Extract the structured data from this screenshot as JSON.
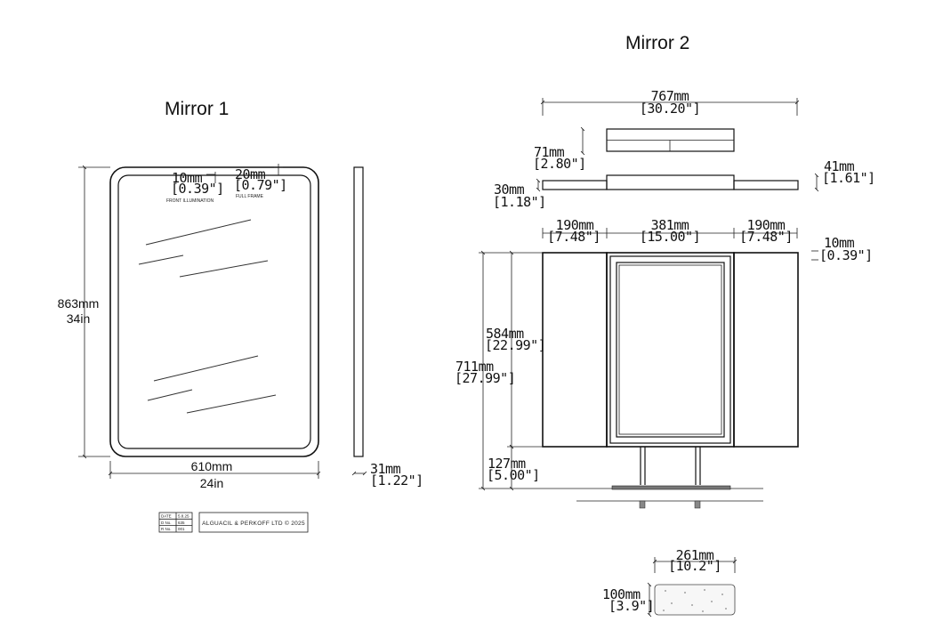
{
  "mirror1": {
    "title": "Mirror 1",
    "height": {
      "mm": "863mm",
      "in": "34in"
    },
    "width": {
      "mm": "610mm",
      "in": "24in"
    },
    "depth": {
      "mm": "31mm",
      "in": "[1.22\"]"
    },
    "front_illumination": {
      "mm": "10mm",
      "in": "[0.39\"]",
      "label": "FRONT ILLUMINATION"
    },
    "full_frame": {
      "mm": "20mm",
      "in": "[0.79\"]",
      "label": "FULL FRAME"
    }
  },
  "mirror2": {
    "title": "Mirror 2",
    "overall_width": {
      "mm": "767mm",
      "in": "[30.20\"]"
    },
    "top_height": {
      "mm": "71mm",
      "in": "[2.80\"]"
    },
    "side_depth": {
      "mm": "30mm",
      "in": "[1.18\"]"
    },
    "right_depth": {
      "mm": "41mm",
      "in": "[1.61\"]"
    },
    "left_panel": {
      "mm": "190mm",
      "in": "[7.48\"]"
    },
    "center_panel": {
      "mm": "381mm",
      "in": "[15.00\"]"
    },
    "right_panel": {
      "mm": "190mm",
      "in": "[7.48\"]"
    },
    "frame_margin": {
      "mm": "10mm",
      "in": "[0.39\"]"
    },
    "mirror_height": {
      "mm": "584mm",
      "in": "[22.99\"]"
    },
    "total_height": {
      "mm": "711mm",
      "in": "[27.99\"]"
    },
    "stand_height": {
      "mm": "127mm",
      "in": "[5.00\"]"
    },
    "base_width": {
      "mm": "261mm",
      "in": "[10.2\"]"
    },
    "base_depth": {
      "mm": "100mm",
      "in": "[3.9\"]"
    }
  },
  "title_block": {
    "date_label": "DATE",
    "date_value": "5.8.25",
    "dno_label": "D No.",
    "dno_value": "635",
    "rno_label": "R No.",
    "rno_value": "001",
    "company": "ALGUACIL & PERKOFF LTD © 2025"
  }
}
